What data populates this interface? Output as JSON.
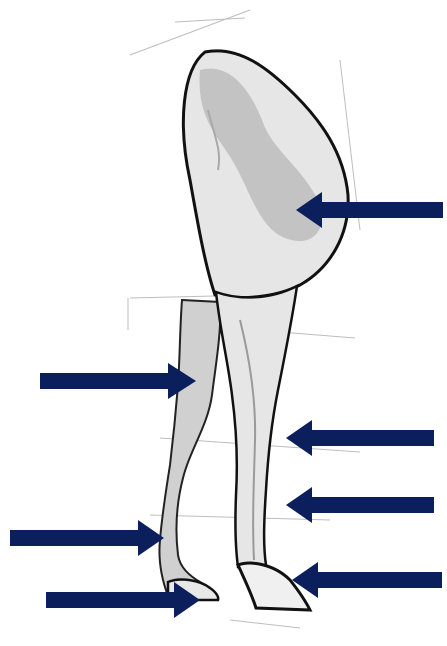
{
  "figure": {
    "subject": "horse-hind-legs-sketch",
    "background_color": "#ffffff",
    "leg_fill_color": "#e6e6e6",
    "shadow_color": "#c3c3c3",
    "outline_color": "#111111",
    "arrow_color": "#0b1f5c",
    "arrows": [
      {
        "id": "arrow-thigh",
        "direction": "left"
      },
      {
        "id": "arrow-left-gaskin",
        "direction": "right"
      },
      {
        "id": "arrow-right-hock",
        "direction": "left"
      },
      {
        "id": "arrow-right-cannon",
        "direction": "left"
      },
      {
        "id": "arrow-left-fetlock",
        "direction": "right"
      },
      {
        "id": "arrow-right-pastern",
        "direction": "left"
      },
      {
        "id": "arrow-left-hoof",
        "direction": "right"
      }
    ]
  }
}
